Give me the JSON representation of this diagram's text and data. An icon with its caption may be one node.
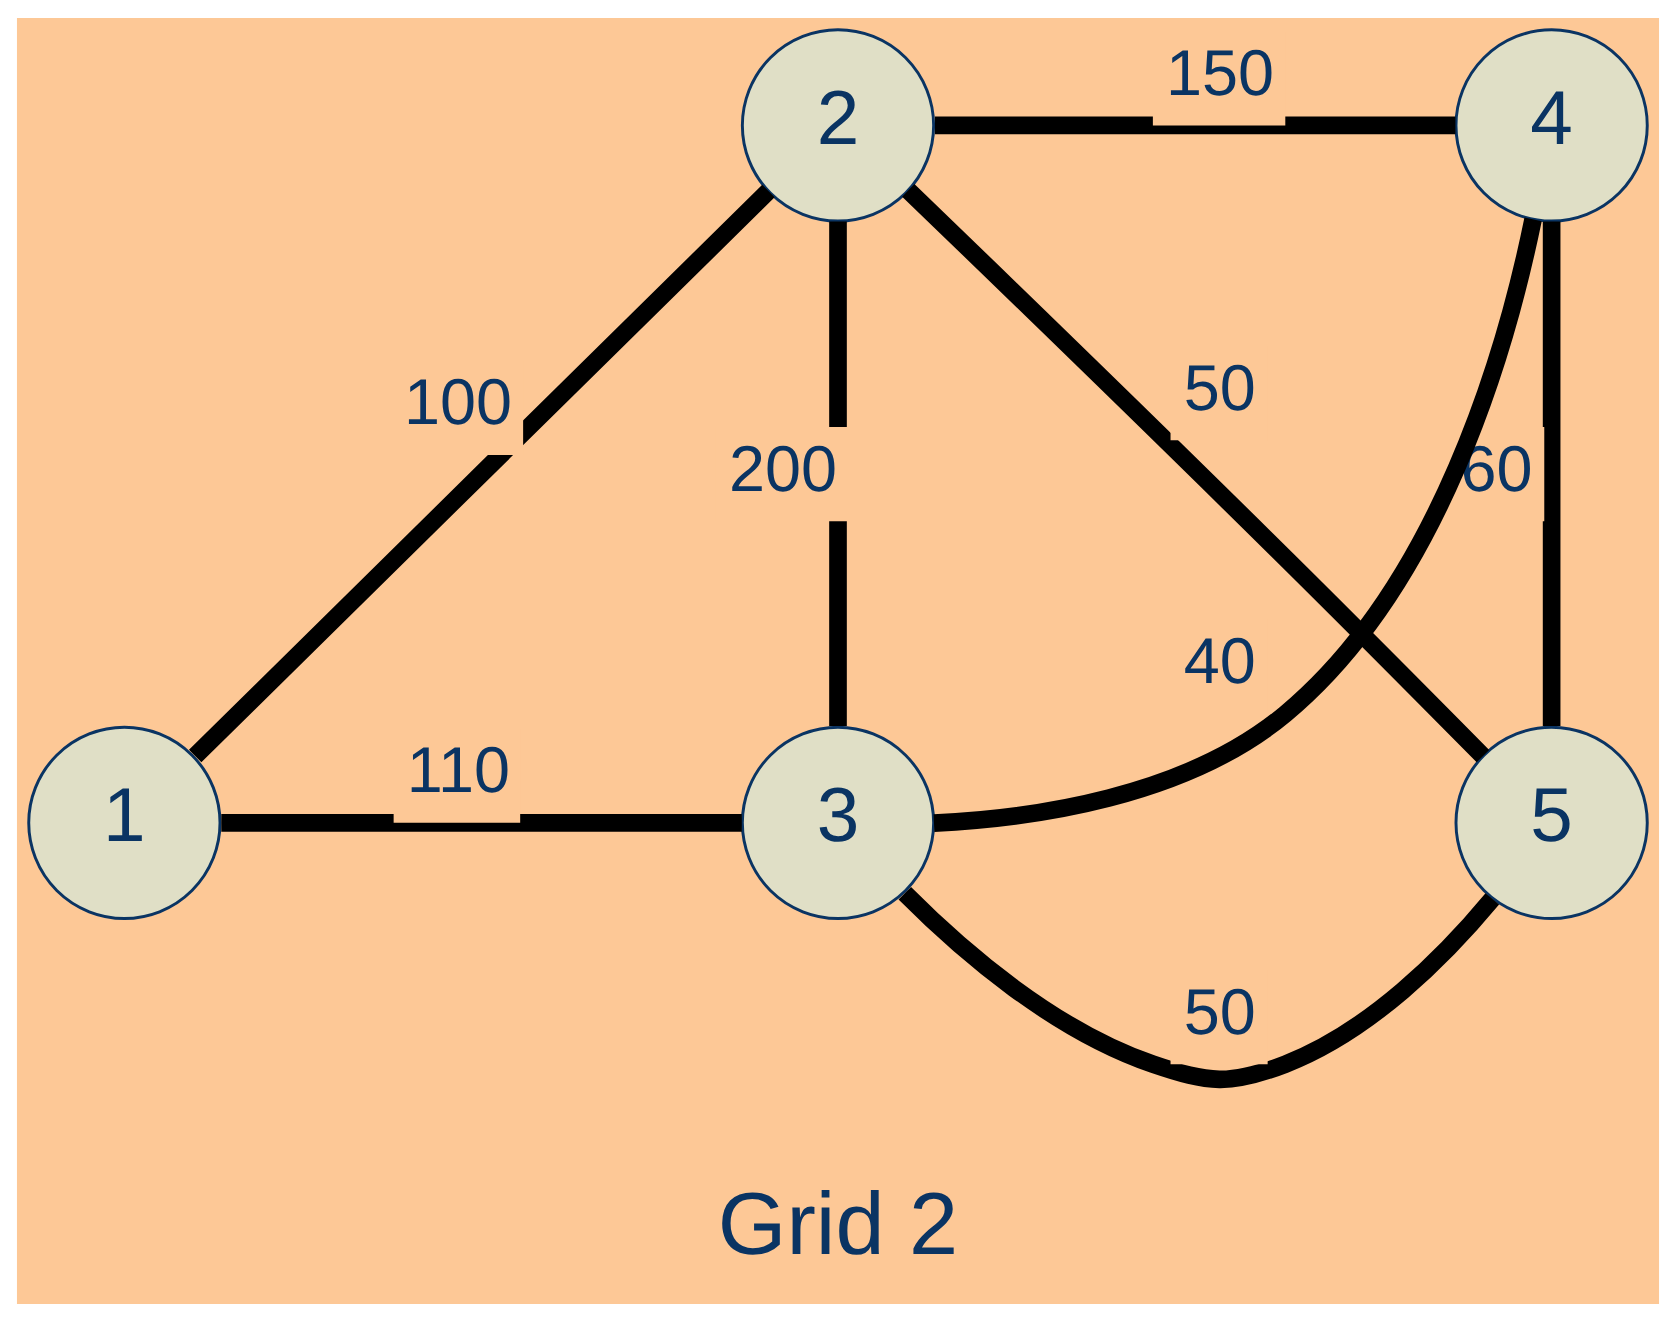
{
  "diagram": {
    "nodes": [
      {
        "text": [
          "1"
        ]
      },
      {
        "text": [
          "2"
        ]
      },
      {
        "text": [
          "4"
        ]
      },
      {
        "text": [
          "3"
        ]
      },
      {
        "text": [
          "5"
        ]
      }
    ],
    "edges": [
      {
        "from": 0,
        "to": 1,
        "arrow": "none",
        "label": "100"
      },
      {
        "from": 1,
        "to": 2,
        "arrow": "none",
        "label": "150"
      },
      {
        "from": 0,
        "to": 3,
        "arrow": "none",
        "label": "110"
      },
      {
        "from": 1,
        "to": 3,
        "arrow": "none",
        "label": "200"
      },
      {
        "from": 1,
        "to": 4,
        "arrow": "none",
        "label": "50"
      },
      {
        "from": 3,
        "to": 2,
        "arrow": "none",
        "label": "40"
      },
      {
        "from": 2,
        "to": 4,
        "arrow": "none",
        "label": "60"
      },
      {
        "from": 3,
        "to": 4,
        "arrow": "none",
        "label": "50"
      }
    ],
    "labels": [
      "Grid 2"
    ]
  }
}
